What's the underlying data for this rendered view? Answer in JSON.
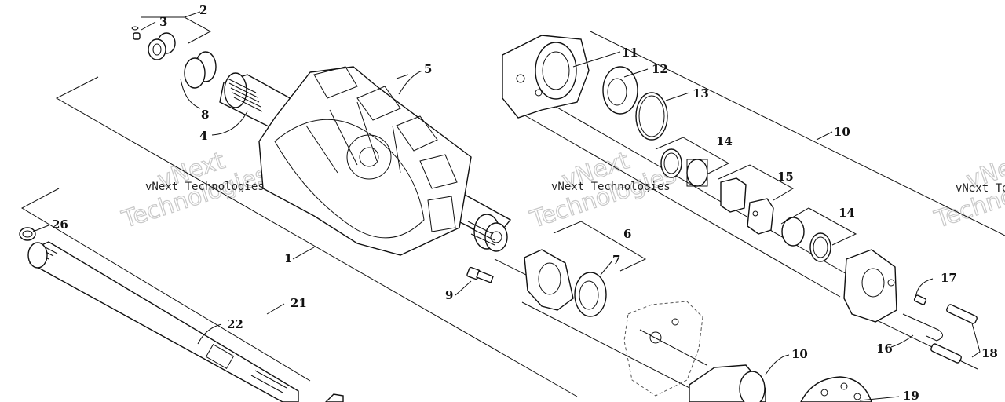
{
  "callouts": [
    {
      "id": "c1",
      "label": "1"
    },
    {
      "id": "c2",
      "label": "2"
    },
    {
      "id": "c3",
      "label": "3"
    },
    {
      "id": "c4",
      "label": "4"
    },
    {
      "id": "c5",
      "label": "5"
    },
    {
      "id": "c6",
      "label": "6"
    },
    {
      "id": "c7",
      "label": "7"
    },
    {
      "id": "c8",
      "label": "8"
    },
    {
      "id": "c9",
      "label": "9"
    },
    {
      "id": "c10a",
      "label": "10"
    },
    {
      "id": "c10b",
      "label": "10"
    },
    {
      "id": "c11",
      "label": "11"
    },
    {
      "id": "c12",
      "label": "12"
    },
    {
      "id": "c13",
      "label": "13"
    },
    {
      "id": "c14a",
      "label": "14"
    },
    {
      "id": "c14b",
      "label": "14"
    },
    {
      "id": "c15",
      "label": "15"
    },
    {
      "id": "c16",
      "label": "16"
    },
    {
      "id": "c17",
      "label": "17"
    },
    {
      "id": "c18",
      "label": "18"
    },
    {
      "id": "c19",
      "label": "19"
    },
    {
      "id": "c21",
      "label": "21"
    },
    {
      "id": "c22",
      "label": "22"
    },
    {
      "id": "c26",
      "label": "26"
    }
  ],
  "watermarks": {
    "small_1": "vNext Technologies",
    "small_2": "vNext Technologies",
    "small_3": "vNext Tec",
    "big_1a": "vNext",
    "big_1b": "Technologies",
    "big_2a": "vNext",
    "big_2b": "Technologies",
    "big_3a": "vNe",
    "big_3b": "Technol"
  }
}
